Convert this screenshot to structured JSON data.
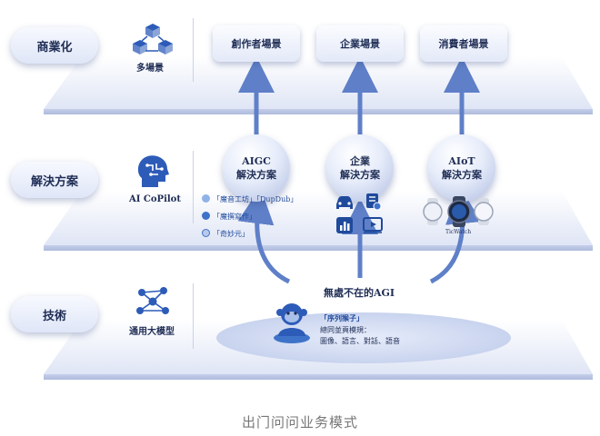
{
  "layers": [
    {
      "label": "商業化",
      "icon": "cubes-network-icon",
      "icon_label": "多場景"
    },
    {
      "label": "解決方案",
      "icon": "head-circuit-icon",
      "icon_label": "AI CoPilot"
    },
    {
      "label": "技術",
      "icon": "neural-network-icon",
      "icon_label": "通用大模型"
    }
  ],
  "scenes": [
    "創作者場景",
    "企業場景",
    "消費者場景"
  ],
  "solutions": [
    {
      "line1": "AIGC",
      "line2": "解決方案"
    },
    {
      "line1": "企業",
      "line2": "解決方案"
    },
    {
      "line1": "AIoT",
      "line2": "解決方案"
    }
  ],
  "creator_products": [
    "「魔音工坊」「DupDub」",
    "「魔撰寫作」",
    "「奇妙元」"
  ],
  "enterprise_icons": [
    "car-icon",
    "document-coin-icon",
    "bar-chart-icon",
    "video-play-icon"
  ],
  "watch_label": "TicWatch",
  "agi_title": "無處不在的AGI",
  "model_name": "「序列猴子」",
  "model_desc1": "總同並頁模規：",
  "model_desc2": "圖像、語言、對話、語音",
  "caption": "出门问问业务模式",
  "colors": {
    "accent": "#2d5bb8",
    "dark_text": "#1f2d55",
    "arrow": "#5f80c8"
  }
}
